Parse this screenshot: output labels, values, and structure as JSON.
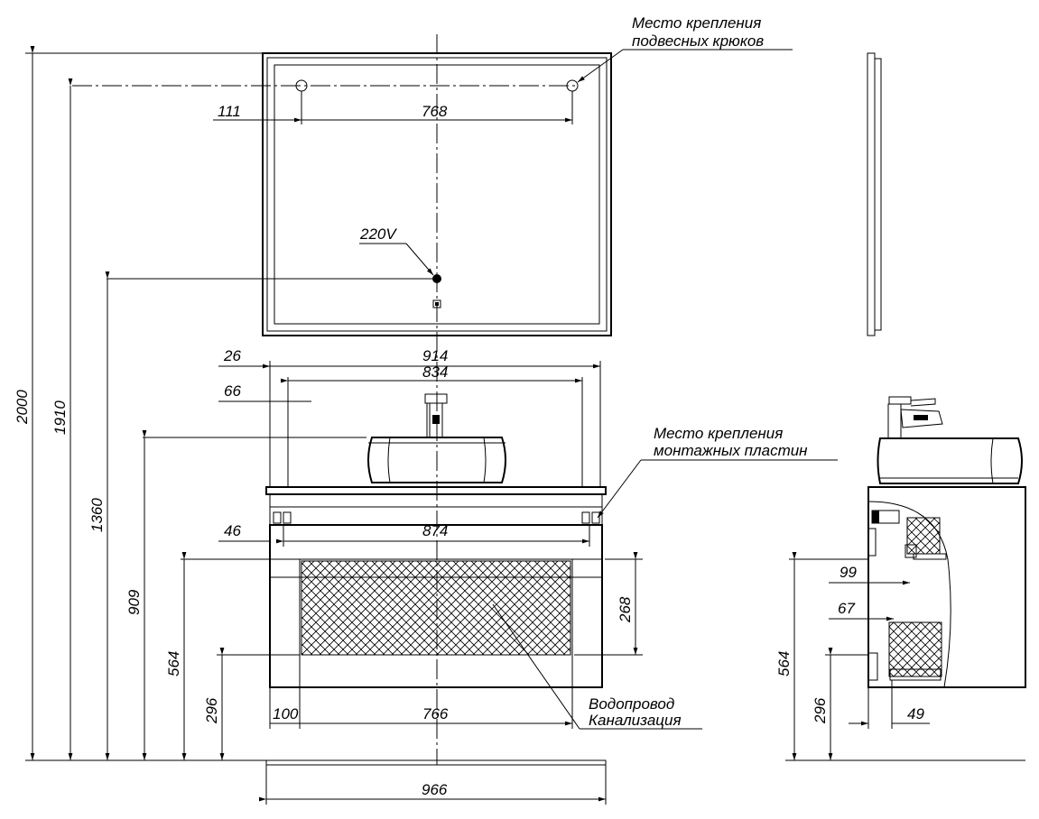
{
  "labels": {
    "hooks_line1": "Место крепления",
    "hooks_line2": "подвесных крюков",
    "plates_line1": "Место крепления",
    "plates_line2": "монтажных пластин",
    "power": "220V",
    "water": "Водопровод",
    "sewer": "Канализация"
  },
  "dims": {
    "d111": "111",
    "d768": "768",
    "d26": "26",
    "d914": "914",
    "d834": "834",
    "d66": "66",
    "d46": "46",
    "d874": "874",
    "d268": "268",
    "d100": "100",
    "d766": "766",
    "d966": "966",
    "d2000": "2000",
    "d1910": "1910",
    "d1360": "1360",
    "d909": "909",
    "d564": "564",
    "d296": "296",
    "s99": "99",
    "s67": "67",
    "s564": "564",
    "s296": "296",
    "s49": "49"
  }
}
